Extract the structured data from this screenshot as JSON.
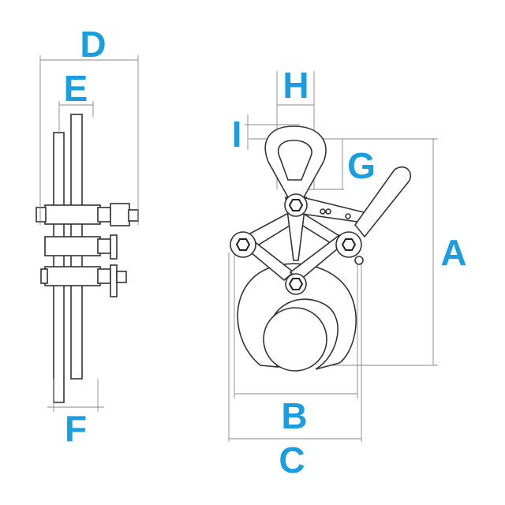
{
  "accent_color": "#1a9ee0",
  "dimension_labels": {
    "A": "A",
    "B": "B",
    "C": "C",
    "D": "D",
    "E": "E",
    "F": "F",
    "G": "G",
    "H": "H",
    "I": "I"
  }
}
